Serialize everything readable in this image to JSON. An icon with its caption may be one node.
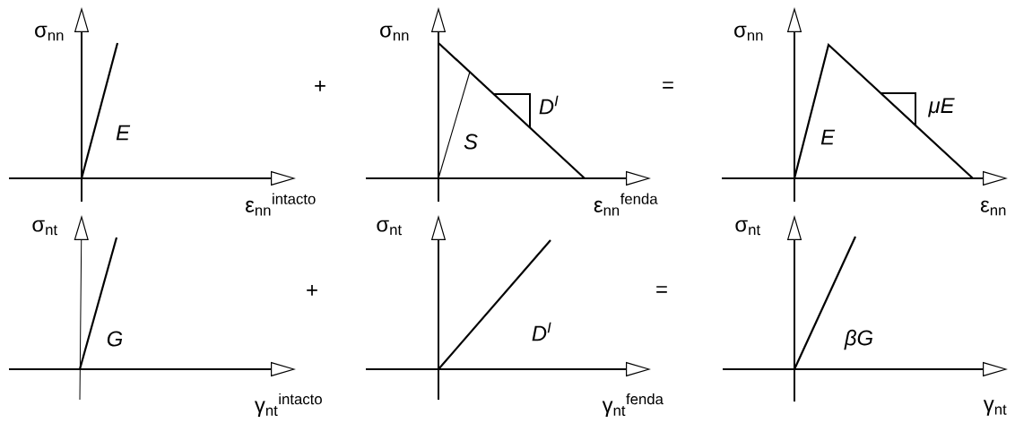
{
  "diagram": {
    "labels": [
      "σ$_{nn}$",
      "σ$_{nn}$",
      "σ$_{nn}$",
      "+",
      "D$^{I}$",
      "=",
      "μE",
      "E",
      "S",
      "E",
      "ε$_{nn}$$^{intacto}$",
      "ε$_{nn}$$^{fenda}$",
      "ε$_{nn}$",
      "σ$_{nt}$",
      "σ$_{nt}$",
      "σ$_{nt}$",
      "+",
      "=",
      "G",
      "D$^{I}$",
      "βG",
      "γ$_{nt}$$^{intacto}$",
      "γ$_{nt}$$^{fenda}$",
      "γ$_{nt}$"
    ]
  }
}
